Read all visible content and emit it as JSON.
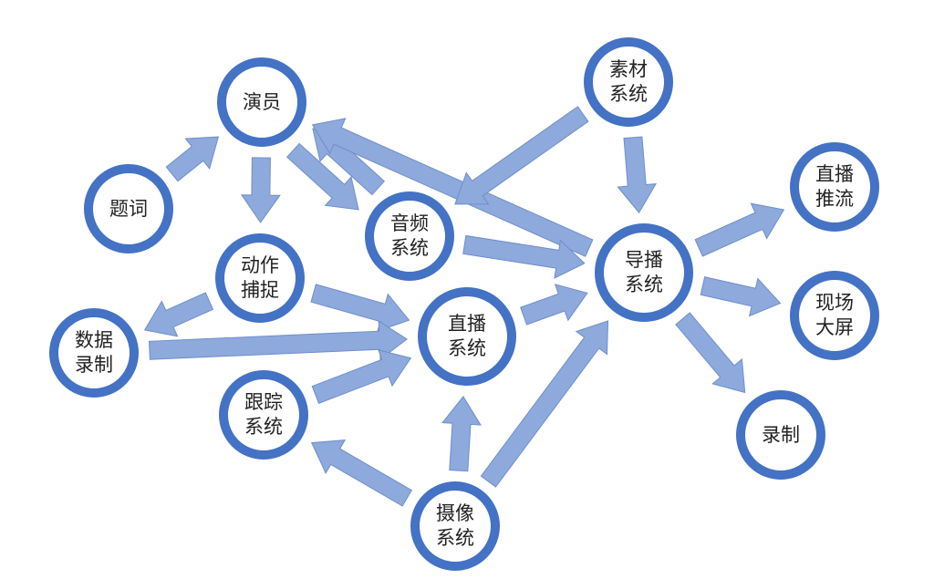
{
  "colors": {
    "node_border": "#4472C4",
    "arrow_fill": "#8EA9DB",
    "arrow_stroke": "#6F8FCC"
  },
  "nodes": {
    "actor": "演员",
    "material_system": "素材\n系统",
    "prompter": "题词",
    "audio_system": "音频\n系统",
    "director_system": "导播\n系统",
    "live_stream": "直播\n推流",
    "motion_capture": "动作\n捕捉",
    "data_recording": "数据\n录制",
    "live_system": "直播\n系统",
    "onsite_screen": "现场\n大屏",
    "tracking_system": "跟踪\n系统",
    "recording": "录制",
    "camera_system": "摄像\n系统"
  },
  "edges": [
    [
      "prompter",
      "actor"
    ],
    [
      "actor",
      "motion_capture"
    ],
    [
      "actor",
      "audio_system"
    ],
    [
      "audio_system",
      "actor"
    ],
    [
      "director_system",
      "actor"
    ],
    [
      "material_system",
      "audio_system"
    ],
    [
      "material_system",
      "director_system"
    ],
    [
      "audio_system",
      "director_system"
    ],
    [
      "motion_capture",
      "data_recording"
    ],
    [
      "motion_capture",
      "live_system"
    ],
    [
      "data_recording",
      "live_system"
    ],
    [
      "tracking_system",
      "live_system"
    ],
    [
      "live_system",
      "director_system"
    ],
    [
      "camera_system",
      "live_system"
    ],
    [
      "camera_system",
      "tracking_system"
    ],
    [
      "camera_system",
      "director_system"
    ],
    [
      "director_system",
      "live_stream"
    ],
    [
      "director_system",
      "onsite_screen"
    ],
    [
      "director_system",
      "recording"
    ]
  ]
}
